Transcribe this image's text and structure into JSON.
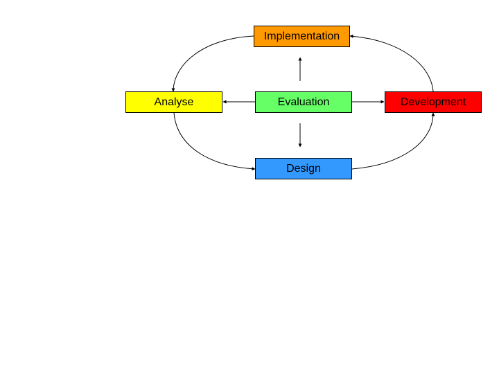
{
  "diagram": {
    "nodes": {
      "implementation": {
        "label": "Implementation",
        "color": "#FF9900"
      },
      "analyse": {
        "label": "Analyse",
        "color": "#FFFF00"
      },
      "evaluation": {
        "label": "Evaluation",
        "color": "#66FF66"
      },
      "development": {
        "label": "Development",
        "color": "#FF0000"
      },
      "design": {
        "label": "Design",
        "color": "#3399FF"
      }
    },
    "edges": [
      {
        "from": "implementation",
        "to": "analyse",
        "style": "curved"
      },
      {
        "from": "analyse",
        "to": "design",
        "style": "curved"
      },
      {
        "from": "design",
        "to": "development",
        "style": "curved"
      },
      {
        "from": "development",
        "to": "implementation",
        "style": "curved"
      },
      {
        "from": "evaluation",
        "to": "implementation",
        "style": "straight"
      },
      {
        "from": "evaluation",
        "to": "analyse",
        "style": "straight"
      },
      {
        "from": "evaluation",
        "to": "development",
        "style": "straight"
      },
      {
        "from": "evaluation",
        "to": "design",
        "style": "straight"
      }
    ]
  }
}
